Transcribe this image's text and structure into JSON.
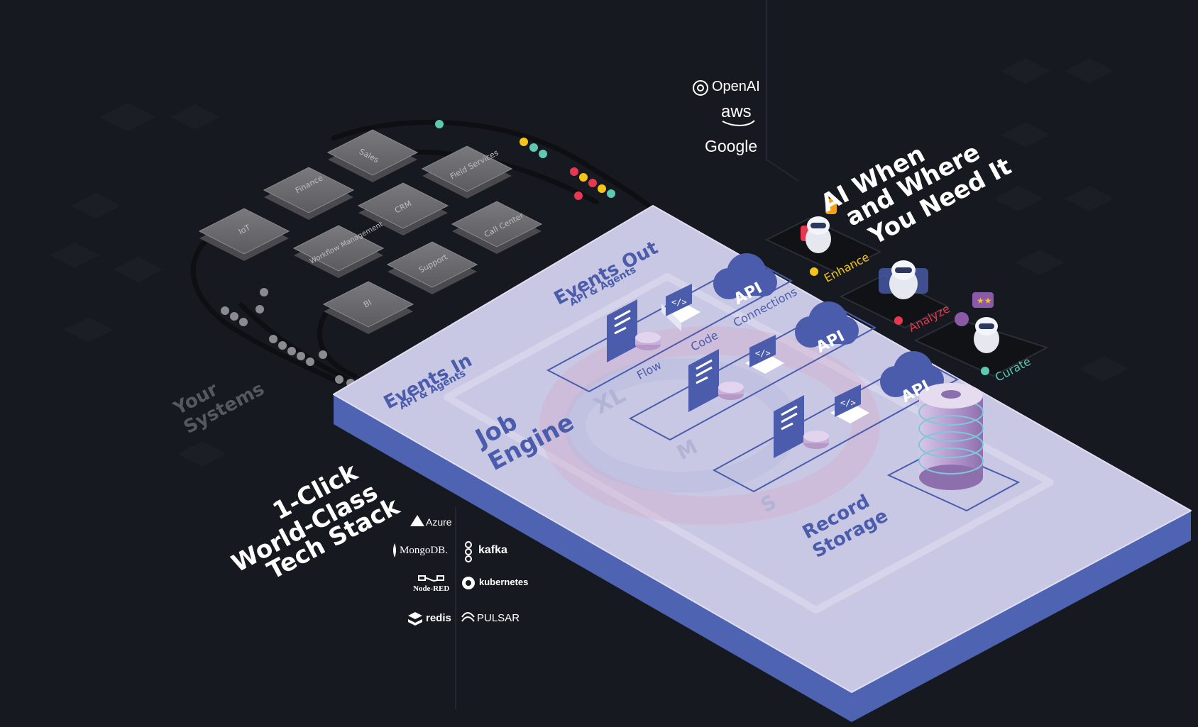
{
  "your_systems": {
    "title": "Your Systems",
    "tiles": [
      "Sales",
      "Finance",
      "Field Services",
      "IoT",
      "CRM",
      "Workflow Management",
      "Call Center",
      "Support",
      "BI"
    ]
  },
  "platform": {
    "events_in": {
      "title": "Events In",
      "subtitle": "API & Agents"
    },
    "events_out": {
      "title": "Events Out",
      "subtitle": "API & Agents"
    },
    "job_engine": "Job Engine",
    "record_storage": "Record Storage",
    "lane_labels": {
      "flow": "Flow",
      "code": "Code",
      "connections": "Connections"
    },
    "sizes": [
      "XL",
      "M",
      "S"
    ],
    "api_badge": "API"
  },
  "ai": {
    "headline": [
      "AI When",
      "and Where",
      "You Need It"
    ],
    "providers": [
      "OpenAI",
      "aws",
      "Google"
    ],
    "steps": [
      {
        "label": "Enhance",
        "color": "#f5c518"
      },
      {
        "label": "Analyze",
        "color": "#e8384f"
      },
      {
        "label": "Curate",
        "color": "#5ec8b0"
      }
    ]
  },
  "tech_stack": {
    "headline": [
      "1-Click",
      "World-Class",
      "Tech Stack"
    ],
    "logos": [
      "Azure",
      "MongoDB.",
      "kafka",
      "Node-RED",
      "kubernetes",
      "redis",
      "PULSAR"
    ]
  },
  "colors": {
    "background": "#16191f",
    "platform_top": "#c9c8e4",
    "platform_side": "#4e63b1",
    "accent_blue": "#4a5cab",
    "tile": "#6e6e72"
  }
}
